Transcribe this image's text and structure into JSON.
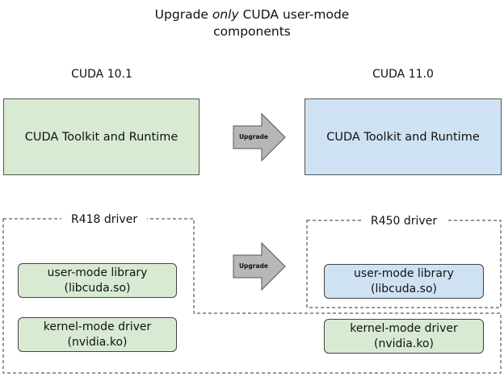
{
  "title": {
    "prefix": "Upgrade ",
    "emphasis": "only",
    "suffix": " CUDA user-mode",
    "line2": "components"
  },
  "left_column": {
    "header": "CUDA 10.1",
    "toolkit_box": "CUDA Toolkit and Runtime",
    "driver_label": "R418 driver",
    "user_lib": {
      "line1": "user-mode library",
      "line2": "(libcuda.so)"
    },
    "kernel_driver": {
      "line1": "kernel-mode driver",
      "line2": "(nvidia.ko)"
    }
  },
  "right_column": {
    "header": "CUDA 11.0",
    "toolkit_box": "CUDA Toolkit and Runtime",
    "driver_label": "R450 driver",
    "user_lib": {
      "line1": "user-mode library",
      "line2": "(libcuda.so)"
    },
    "kernel_driver": {
      "line1": "kernel-mode driver",
      "line2": "(nvidia.ko)"
    }
  },
  "arrows": {
    "top_label": "Upgrade",
    "middle_label": "Upgrade"
  },
  "colors": {
    "green_fill": "#d9ead3",
    "blue_fill": "#cfe2f3",
    "arrow_fill": "#b7b7b7",
    "dashed_border": "#333333"
  }
}
